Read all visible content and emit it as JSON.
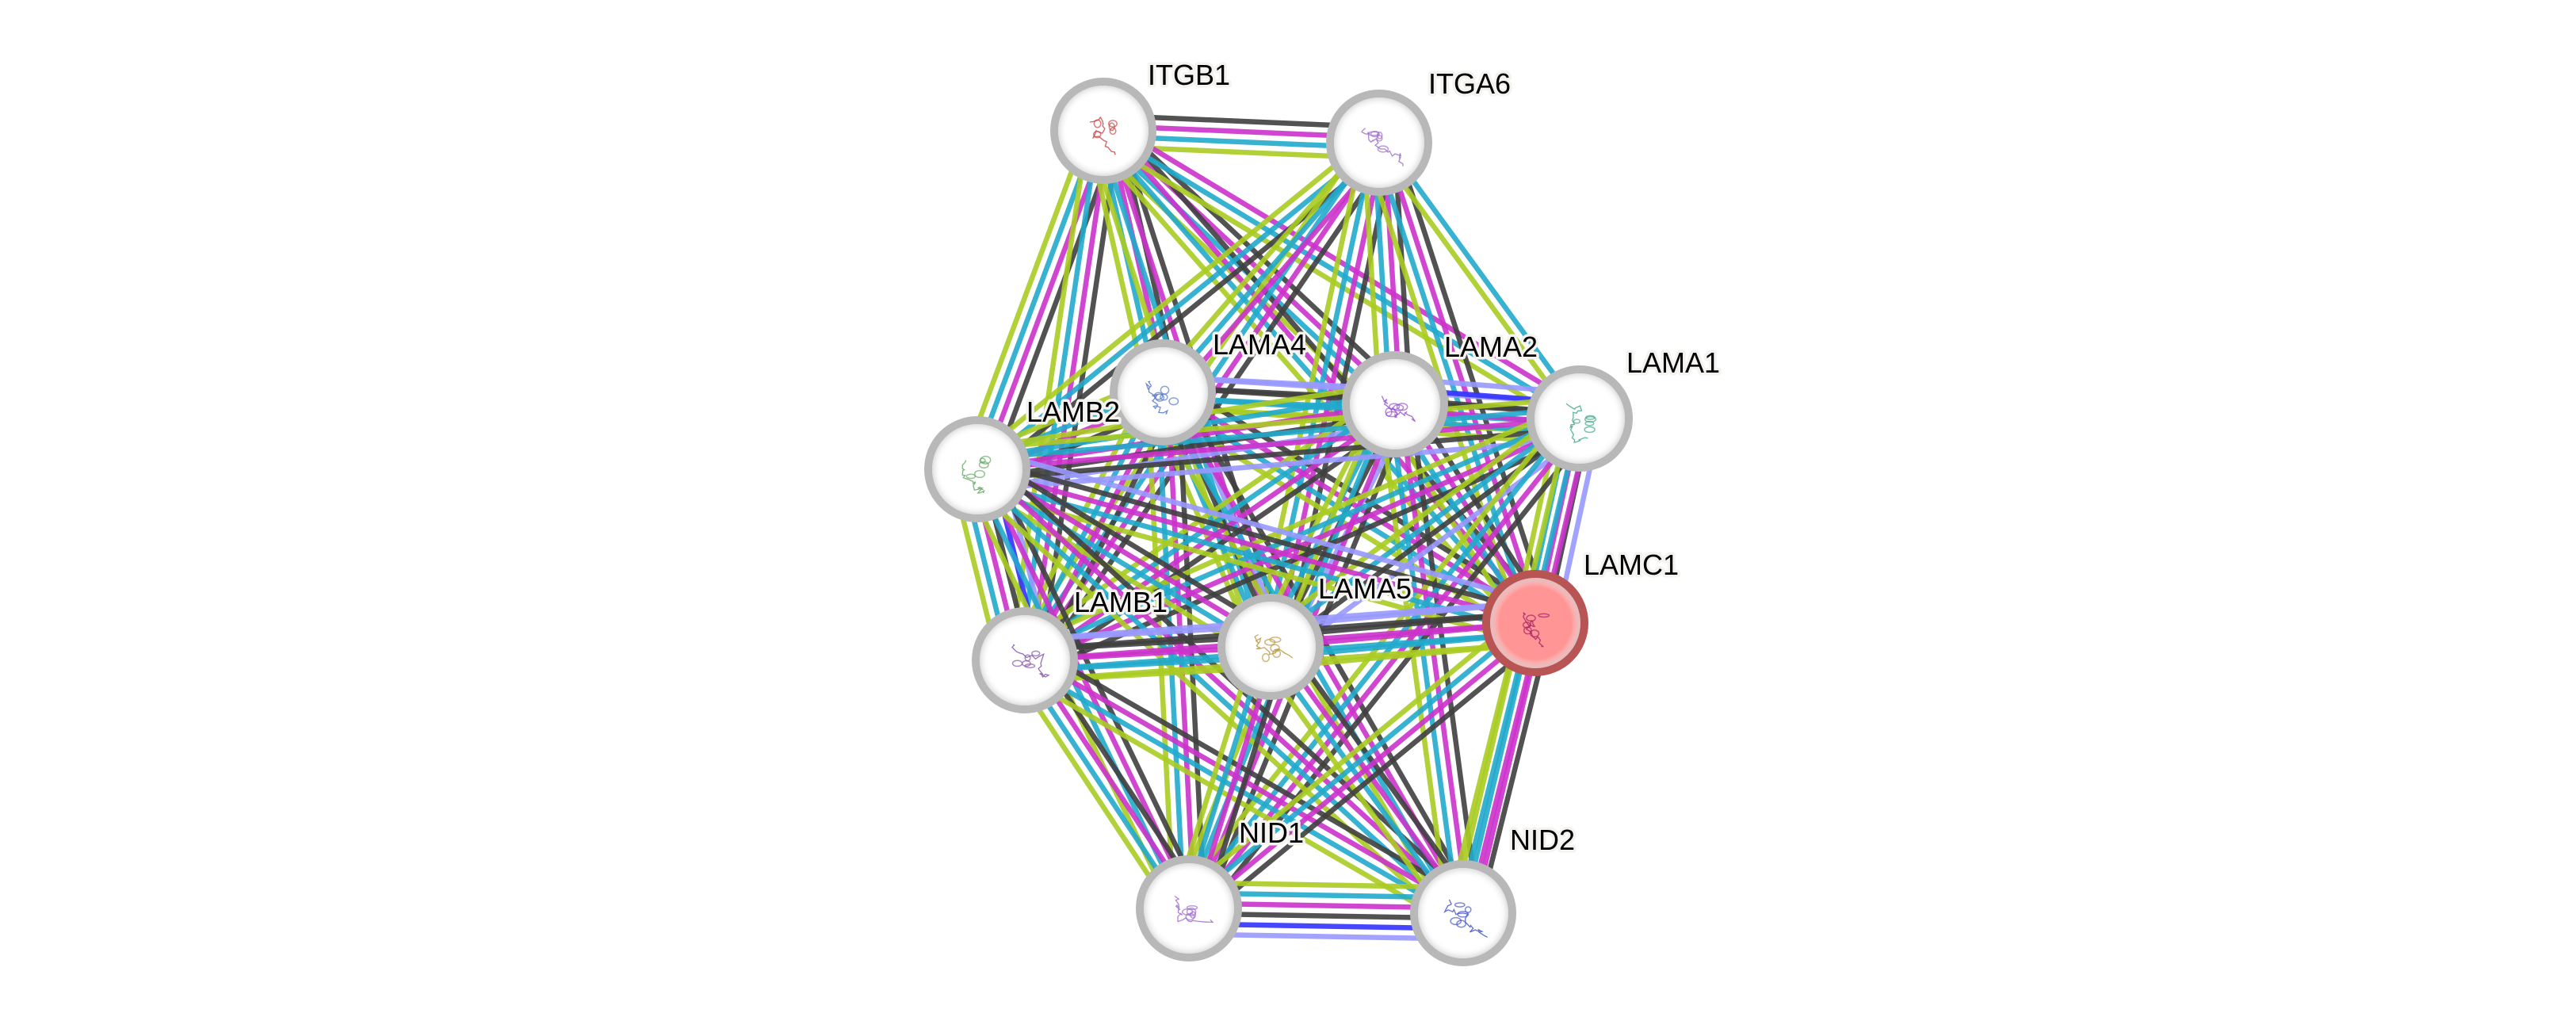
{
  "network": {
    "query_node": "LAMC1",
    "node_colors": {
      "default_fill": "#ffffff",
      "default_ring": "#b8b8b8",
      "query_fill": "#ff9595",
      "query_ring": "#b85454"
    },
    "evidence_colors": {
      "textmining": "#aacc22",
      "experiments": "#cc33cc",
      "databases": "#22aacc",
      "coexpression": "#404040",
      "homology": "#9999ff",
      "neighborhood": "#3333ff"
    },
    "nodes": [
      {
        "id": "ITGB1",
        "label": "ITGB1",
        "structure_tint": "#cc4444"
      },
      {
        "id": "ITGA6",
        "label": "ITGA6",
        "structure_tint": "#a070cc"
      },
      {
        "id": "LAMA4",
        "label": "LAMA4",
        "structure_tint": "#5577cc"
      },
      {
        "id": "LAMA2",
        "label": "LAMA2",
        "structure_tint": "#9955cc"
      },
      {
        "id": "LAMA1",
        "label": "LAMA1",
        "structure_tint": "#44aa88"
      },
      {
        "id": "LAMB2",
        "label": "LAMB2",
        "structure_tint": "#66aa66"
      },
      {
        "id": "LAMC1",
        "label": "LAMC1",
        "structure_tint": "#aa2266"
      },
      {
        "id": "LAMB1",
        "label": "LAMB1",
        "structure_tint": "#8855aa"
      },
      {
        "id": "LAMA5",
        "label": "LAMA5",
        "structure_tint": "#bb9944"
      },
      {
        "id": "NID1",
        "label": "NID1",
        "structure_tint": "#a070cc"
      },
      {
        "id": "NID2",
        "label": "NID2",
        "structure_tint": "#4455cc"
      }
    ],
    "edges": [
      {
        "source": "ITGB1",
        "target": "ITGA6",
        "evidence": [
          "coexpression",
          "experiments",
          "databases",
          "textmining"
        ]
      },
      {
        "source": "ITGB1",
        "target": "LAMB2",
        "evidence": [
          "coexpression",
          "experiments",
          "databases",
          "textmining"
        ]
      },
      {
        "source": "ITGB1",
        "target": "LAMB1",
        "evidence": [
          "coexpression",
          "experiments",
          "databases",
          "textmining"
        ]
      },
      {
        "source": "ITGB1",
        "target": "LAMA4",
        "evidence": [
          "coexpression",
          "experiments",
          "databases",
          "textmining"
        ]
      },
      {
        "source": "ITGB1",
        "target": "LAMA5",
        "evidence": [
          "coexpression",
          "experiments",
          "databases",
          "textmining"
        ]
      },
      {
        "source": "ITGB1",
        "target": "LAMA2",
        "evidence": [
          "coexpression",
          "experiments",
          "databases",
          "textmining"
        ]
      },
      {
        "source": "ITGB1",
        "target": "LAMC1",
        "evidence": [
          "coexpression",
          "experiments",
          "databases",
          "textmining"
        ]
      },
      {
        "source": "ITGB1",
        "target": "LAMA1",
        "evidence": [
          "experiments",
          "databases",
          "textmining"
        ]
      },
      {
        "source": "ITGA6",
        "target": "LAMB2",
        "evidence": [
          "coexpression",
          "databases",
          "textmining"
        ]
      },
      {
        "source": "ITGA6",
        "target": "LAMB1",
        "evidence": [
          "coexpression",
          "experiments",
          "databases",
          "textmining"
        ]
      },
      {
        "source": "ITGA6",
        "target": "LAMA4",
        "evidence": [
          "experiments",
          "databases",
          "textmining"
        ]
      },
      {
        "source": "ITGA6",
        "target": "LAMA5",
        "evidence": [
          "coexpression",
          "experiments",
          "databases",
          "textmining"
        ]
      },
      {
        "source": "ITGA6",
        "target": "LAMA2",
        "evidence": [
          "coexpression",
          "experiments",
          "databases",
          "textmining"
        ]
      },
      {
        "source": "ITGA6",
        "target": "LAMC1",
        "evidence": [
          "coexpression",
          "experiments",
          "databases",
          "textmining"
        ]
      },
      {
        "source": "ITGA6",
        "target": "LAMA1",
        "evidence": [
          "databases",
          "textmining"
        ]
      },
      {
        "source": "LAMA4",
        "target": "LAMA2",
        "evidence": [
          "homology",
          "coexpression",
          "databases",
          "textmining"
        ]
      },
      {
        "source": "LAMA4",
        "target": "LAMA1",
        "evidence": [
          "homology",
          "coexpression",
          "databases",
          "textmining"
        ]
      },
      {
        "source": "LAMA4",
        "target": "LAMB2",
        "evidence": [
          "coexpression",
          "experiments",
          "databases",
          "textmining"
        ]
      },
      {
        "source": "LAMA4",
        "target": "LAMC1",
        "evidence": [
          "coexpression",
          "experiments",
          "databases",
          "textmining"
        ]
      },
      {
        "source": "LAMA4",
        "target": "LAMB1",
        "evidence": [
          "coexpression",
          "experiments",
          "databases",
          "textmining"
        ]
      },
      {
        "source": "LAMA4",
        "target": "LAMA5",
        "evidence": [
          "homology",
          "coexpression",
          "databases",
          "textmining"
        ]
      },
      {
        "source": "LAMA4",
        "target": "NID1",
        "evidence": [
          "coexpression",
          "experiments",
          "databases",
          "textmining"
        ]
      },
      {
        "source": "LAMA4",
        "target": "NID2",
        "evidence": [
          "coexpression",
          "experiments",
          "databases",
          "textmining"
        ]
      },
      {
        "source": "LAMA2",
        "target": "LAMA1",
        "evidence": [
          "homology",
          "neighborhood",
          "coexpression",
          "experiments",
          "databases",
          "textmining"
        ]
      },
      {
        "source": "LAMA2",
        "target": "LAMB2",
        "evidence": [
          "homology",
          "coexpression",
          "experiments",
          "databases",
          "textmining"
        ]
      },
      {
        "source": "LAMA2",
        "target": "LAMC1",
        "evidence": [
          "coexpression",
          "experiments",
          "databases",
          "textmining"
        ]
      },
      {
        "source": "LAMA2",
        "target": "LAMB1",
        "evidence": [
          "coexpression",
          "experiments",
          "databases",
          "textmining"
        ]
      },
      {
        "source": "LAMA2",
        "target": "LAMA5",
        "evidence": [
          "homology",
          "coexpression",
          "databases",
          "textmining"
        ]
      },
      {
        "source": "LAMA2",
        "target": "NID1",
        "evidence": [
          "coexpression",
          "experiments",
          "databases",
          "textmining"
        ]
      },
      {
        "source": "LAMA2",
        "target": "NID2",
        "evidence": [
          "coexpression",
          "experiments",
          "databases",
          "textmining"
        ]
      },
      {
        "source": "LAMA1",
        "target": "LAMB2",
        "evidence": [
          "homology",
          "coexpression",
          "experiments",
          "databases",
          "textmining"
        ]
      },
      {
        "source": "LAMA1",
        "target": "LAMC1",
        "evidence": [
          "homology",
          "coexpression",
          "experiments",
          "databases",
          "textmining"
        ]
      },
      {
        "source": "LAMA1",
        "target": "LAMB1",
        "evidence": [
          "coexpression",
          "experiments",
          "databases",
          "textmining"
        ]
      },
      {
        "source": "LAMA1",
        "target": "LAMA5",
        "evidence": [
          "homology",
          "coexpression",
          "databases",
          "textmining"
        ]
      },
      {
        "source": "LAMA1",
        "target": "NID1",
        "evidence": [
          "coexpression",
          "experiments",
          "databases",
          "textmining"
        ]
      },
      {
        "source": "LAMA1",
        "target": "NID2",
        "evidence": [
          "experiments",
          "databases",
          "textmining"
        ]
      },
      {
        "source": "LAMB2",
        "target": "LAMB1",
        "evidence": [
          "homology",
          "neighborhood",
          "coexpression",
          "experiments",
          "databases",
          "textmining"
        ]
      },
      {
        "source": "LAMB2",
        "target": "LAMC1",
        "evidence": [
          "homology",
          "coexpression",
          "experiments",
          "databases",
          "textmining"
        ]
      },
      {
        "source": "LAMB2",
        "target": "LAMA5",
        "evidence": [
          "coexpression",
          "experiments",
          "databases",
          "textmining"
        ]
      },
      {
        "source": "LAMB2",
        "target": "NID1",
        "evidence": [
          "coexpression",
          "experiments",
          "databases",
          "textmining"
        ]
      },
      {
        "source": "LAMB2",
        "target": "NID2",
        "evidence": [
          "coexpression",
          "experiments",
          "databases",
          "textmining"
        ]
      },
      {
        "source": "LAMB1",
        "target": "LAMC1",
        "evidence": [
          "homology",
          "coexpression",
          "experiments",
          "databases",
          "textmining"
        ]
      },
      {
        "source": "LAMB1",
        "target": "LAMA5",
        "evidence": [
          "homology",
          "coexpression",
          "experiments",
          "databases",
          "textmining"
        ]
      },
      {
        "source": "LAMB1",
        "target": "NID1",
        "evidence": [
          "coexpression",
          "experiments",
          "databases",
          "textmining"
        ]
      },
      {
        "source": "LAMB1",
        "target": "NID2",
        "evidence": [
          "coexpression",
          "experiments",
          "databases",
          "textmining"
        ]
      },
      {
        "source": "LAMA5",
        "target": "LAMC1",
        "evidence": [
          "homology",
          "coexpression",
          "experiments",
          "databases",
          "textmining"
        ]
      },
      {
        "source": "LAMA5",
        "target": "NID1",
        "evidence": [
          "coexpression",
          "experiments",
          "databases",
          "textmining"
        ]
      },
      {
        "source": "LAMA5",
        "target": "NID2",
        "evidence": [
          "coexpression",
          "experiments",
          "databases",
          "textmining"
        ]
      },
      {
        "source": "LAMC1",
        "target": "NID1",
        "evidence": [
          "coexpression",
          "experiments",
          "databases",
          "textmining"
        ]
      },
      {
        "source": "LAMC1",
        "target": "NID2",
        "evidence": [
          "coexpression",
          "experiments",
          "databases",
          "textmining"
        ]
      },
      {
        "source": "NID1",
        "target": "NID2",
        "evidence": [
          "textmining",
          "databases",
          "experiments",
          "coexpression",
          "neighborhood",
          "homology"
        ]
      }
    ]
  }
}
